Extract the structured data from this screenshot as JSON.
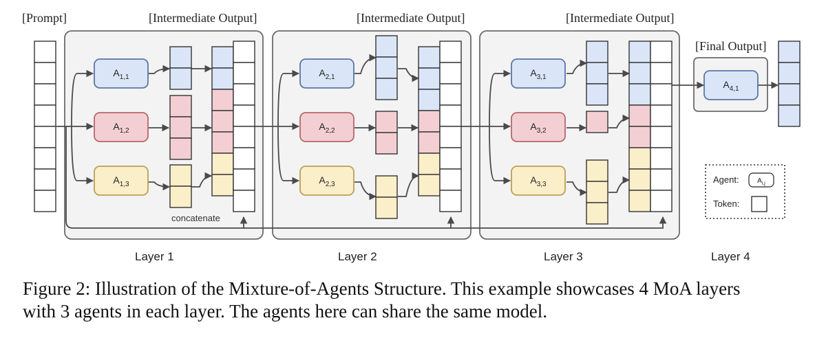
{
  "labels": {
    "prompt": "[Prompt]",
    "intermediate_output": "[Intermediate Output]",
    "final_output": "[Final Output]",
    "concatenate": "concatenate"
  },
  "layers": [
    {
      "label": "Layer 1",
      "agents": [
        {
          "base": "A",
          "sub": "1,1",
          "color": "blue"
        },
        {
          "base": "A",
          "sub": "1,2",
          "color": "red"
        },
        {
          "base": "A",
          "sub": "1,3",
          "color": "yellow"
        }
      ]
    },
    {
      "label": "Layer 2",
      "agents": [
        {
          "base": "A",
          "sub": "2,1",
          "color": "blue"
        },
        {
          "base": "A",
          "sub": "2,2",
          "color": "red"
        },
        {
          "base": "A",
          "sub": "2,3",
          "color": "yellow"
        }
      ]
    },
    {
      "label": "Layer 3",
      "agents": [
        {
          "base": "A",
          "sub": "3,1",
          "color": "blue"
        },
        {
          "base": "A",
          "sub": "3,2",
          "color": "red"
        },
        {
          "base": "A",
          "sub": "3,3",
          "color": "yellow"
        }
      ]
    },
    {
      "label": "Layer 4",
      "agents": [
        {
          "base": "A",
          "sub": "4,1",
          "color": "blue"
        }
      ]
    }
  ],
  "legend": {
    "agent_label": "Agent:",
    "agent_symbol": {
      "base": "A",
      "sub": "i,j"
    },
    "token_label": "Token:"
  },
  "caption": {
    "line1": "Figure 2: Illustration of the Mixture-of-Agents Structure. This example showcases 4 MoA layers",
    "line2": "with 3 agents in each layer. The agents here can share the same model."
  },
  "colors": {
    "blue_fill": "#dae6f8",
    "blue_stroke": "#5a76a6",
    "red_fill": "#f3cfd3",
    "red_stroke": "#b8666c",
    "yellow_fill": "#fbefc9",
    "yellow_stroke": "#b99f5a",
    "layer_fill": "#f3f3f3",
    "layer_stroke": "#6b6b6b",
    "line": "#4a4a4a"
  }
}
